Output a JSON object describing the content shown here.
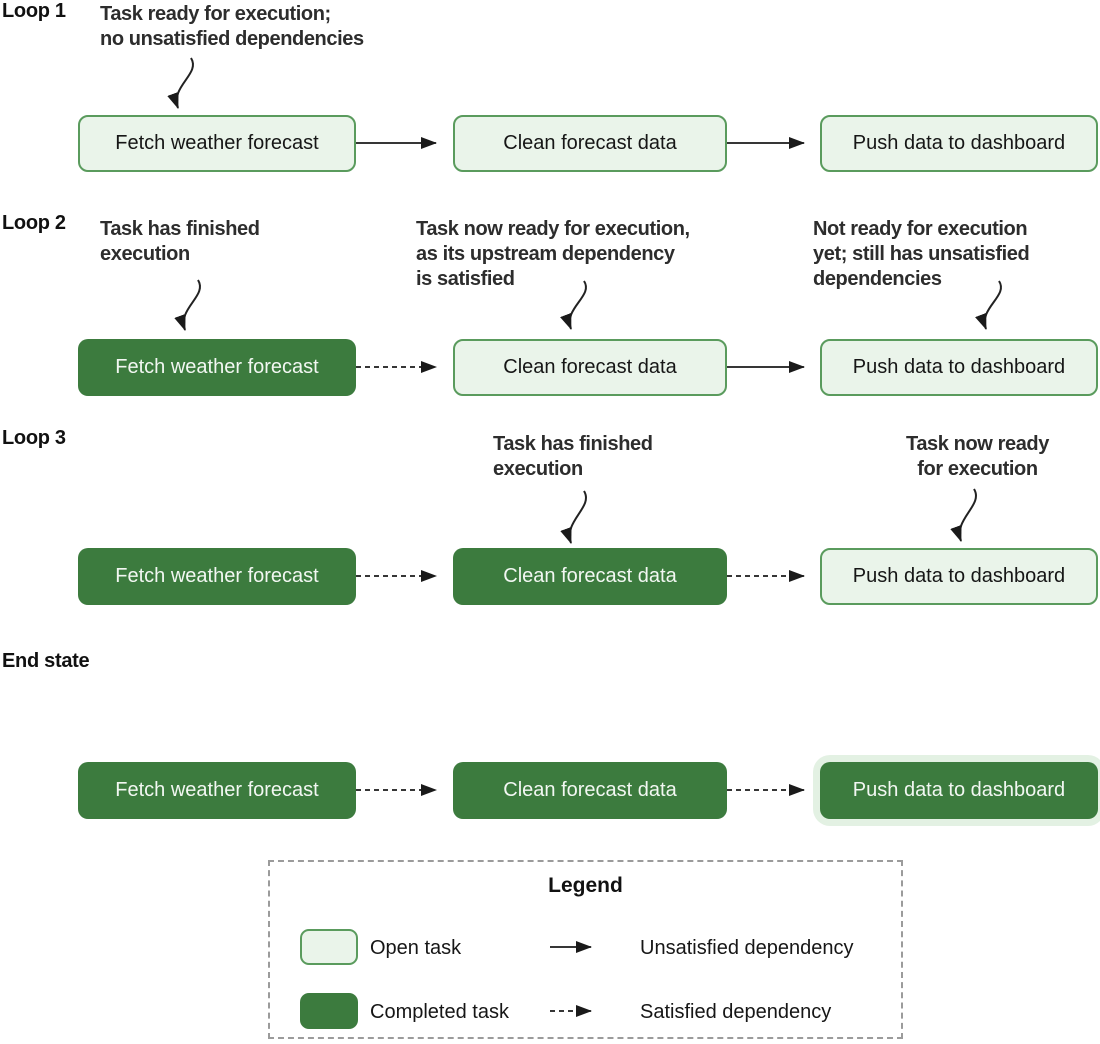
{
  "diagram": {
    "loops": [
      {
        "label": "Loop 1",
        "tasks": [
          "Fetch weather forecast",
          "Clean forecast data",
          "Push data to dashboard"
        ],
        "states": [
          "open",
          "open",
          "open"
        ],
        "connectors": [
          "unsatisfied",
          "unsatisfied"
        ]
      },
      {
        "label": "Loop 2",
        "tasks": [
          "Fetch weather forecast",
          "Clean forecast data",
          "Push data to dashboard"
        ],
        "states": [
          "completed",
          "open",
          "open"
        ],
        "connectors": [
          "satisfied",
          "unsatisfied"
        ]
      },
      {
        "label": "Loop 3",
        "tasks": [
          "Fetch weather forecast",
          "Clean forecast data",
          "Push data to dashboard"
        ],
        "states": [
          "completed",
          "completed",
          "open"
        ],
        "connectors": [
          "satisfied",
          "satisfied"
        ]
      },
      {
        "label": "End state",
        "tasks": [
          "Fetch weather forecast",
          "Clean forecast data",
          "Push data to dashboard"
        ],
        "states": [
          "completed",
          "completed",
          "completed-highlighted"
        ],
        "connectors": [
          "satisfied",
          "satisfied"
        ]
      }
    ],
    "annotations": [
      {
        "text": "Task ready for execution;\nno unsatisfied dependencies"
      },
      {
        "text": "Task has finished\nexecution"
      },
      {
        "text": "Task now ready for execution,\nas its upstream dependency\nis satisfied"
      },
      {
        "text": "Not ready for execution\nyet; still has unsatisfied\ndependencies"
      },
      {
        "text": "Task has finished\nexecution"
      },
      {
        "text": "Task now ready\nfor execution"
      }
    ],
    "legend": {
      "title": "Legend",
      "task_types": [
        {
          "label": "Open task"
        },
        {
          "label": "Completed task"
        }
      ],
      "dependency_types": [
        {
          "label": "Unsatisfied dependency"
        },
        {
          "label": "Satisfied dependency"
        }
      ]
    },
    "colors": {
      "completed_task": "#3c7b3e",
      "open_task_fill": "#eaf4ea",
      "open_task_border": "#5a9b5d",
      "end_state_highlight": "#e3f1e3",
      "arrow": "#1a1a1a"
    }
  }
}
